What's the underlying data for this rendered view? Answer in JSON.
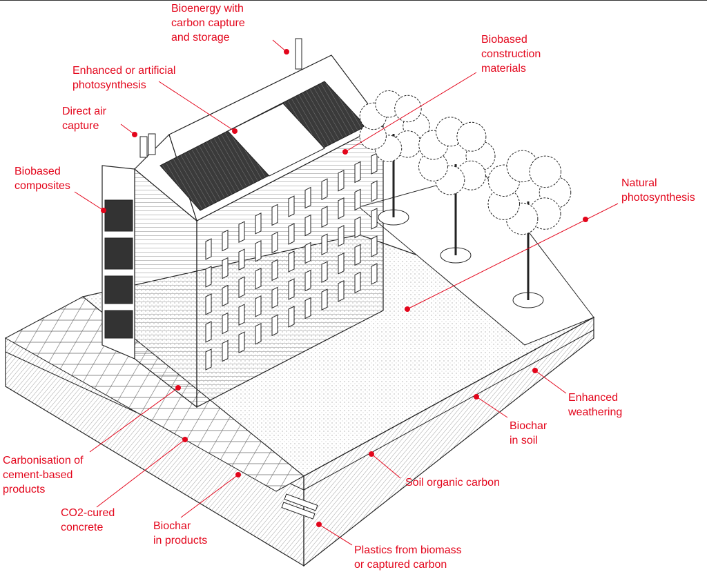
{
  "accent_color": "#e3051b",
  "labels": {
    "beccs": "Bioenergy with\ncarbon capture\nand storage",
    "artificial_photosynthesis": "Enhanced or artificial\nphotosynthesis",
    "direct_air_capture": "Direct air\ncapture",
    "biobased_composites": "Biobased\ncomposites",
    "biobased_construction": "Biobased\nconstruction\nmaterials",
    "natural_photosynthesis": "Natural\nphotosynthesis",
    "enhanced_weathering": "Enhanced\nweathering",
    "biochar_soil": "Biochar\nin soil",
    "soil_organic_carbon": "Soil organic carbon",
    "carbonisation": "Carbonisation of\ncement-based\nproducts",
    "co2_cured": "CO2-cured\nconcrete",
    "biochar_products": "Biochar\nin products",
    "plastics": "Plastics from biomass\nor captured carbon"
  }
}
